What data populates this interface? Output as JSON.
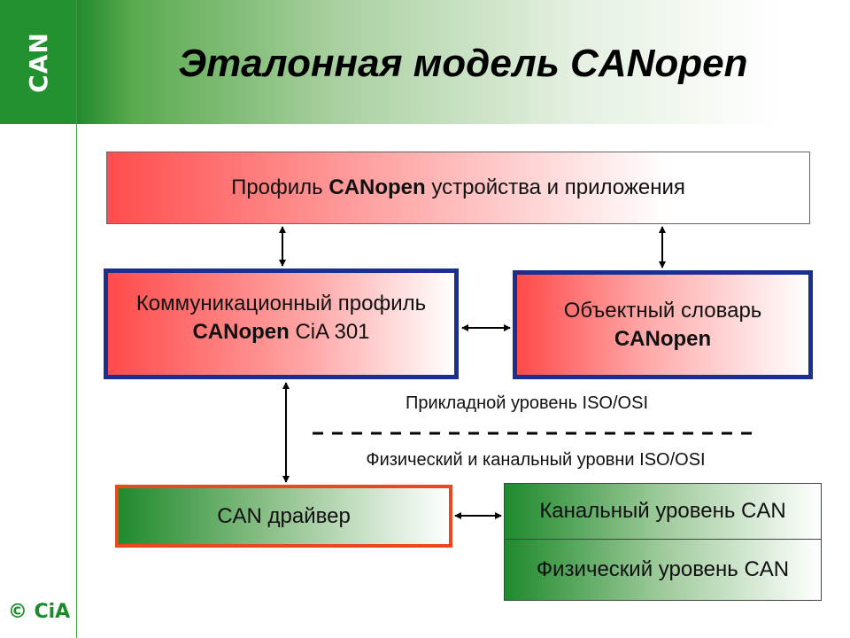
{
  "header": {
    "logo_text": "CAN",
    "title": "Эталонная модель CANopen",
    "copyright": "© CiA"
  },
  "boxes": {
    "profile": {
      "pre": "Профиль ",
      "bold": "CANopen",
      "post": " устройства и приложения"
    },
    "comm": {
      "line1": "Коммуникационный профиль",
      "bold": "CANopen",
      "post": " CiA 301"
    },
    "dict": {
      "line1": "Объектный словарь",
      "bold": "CANopen"
    },
    "driver": {
      "text": "CAN драйвер"
    },
    "link": {
      "text": "Канальный уровень CAN"
    },
    "phys": {
      "text": "Физический уровень CAN"
    }
  },
  "labels": {
    "application_layer": "Прикладной уровень ISO/OSI",
    "lower_layers": "Физический и канальный уровни ISO/OSI"
  },
  "colors": {
    "brand_green": "#23912f",
    "frame_blue": "#1b2f8f",
    "frame_orange": "#e84a1c",
    "accent_red": "#ff4d4d"
  }
}
